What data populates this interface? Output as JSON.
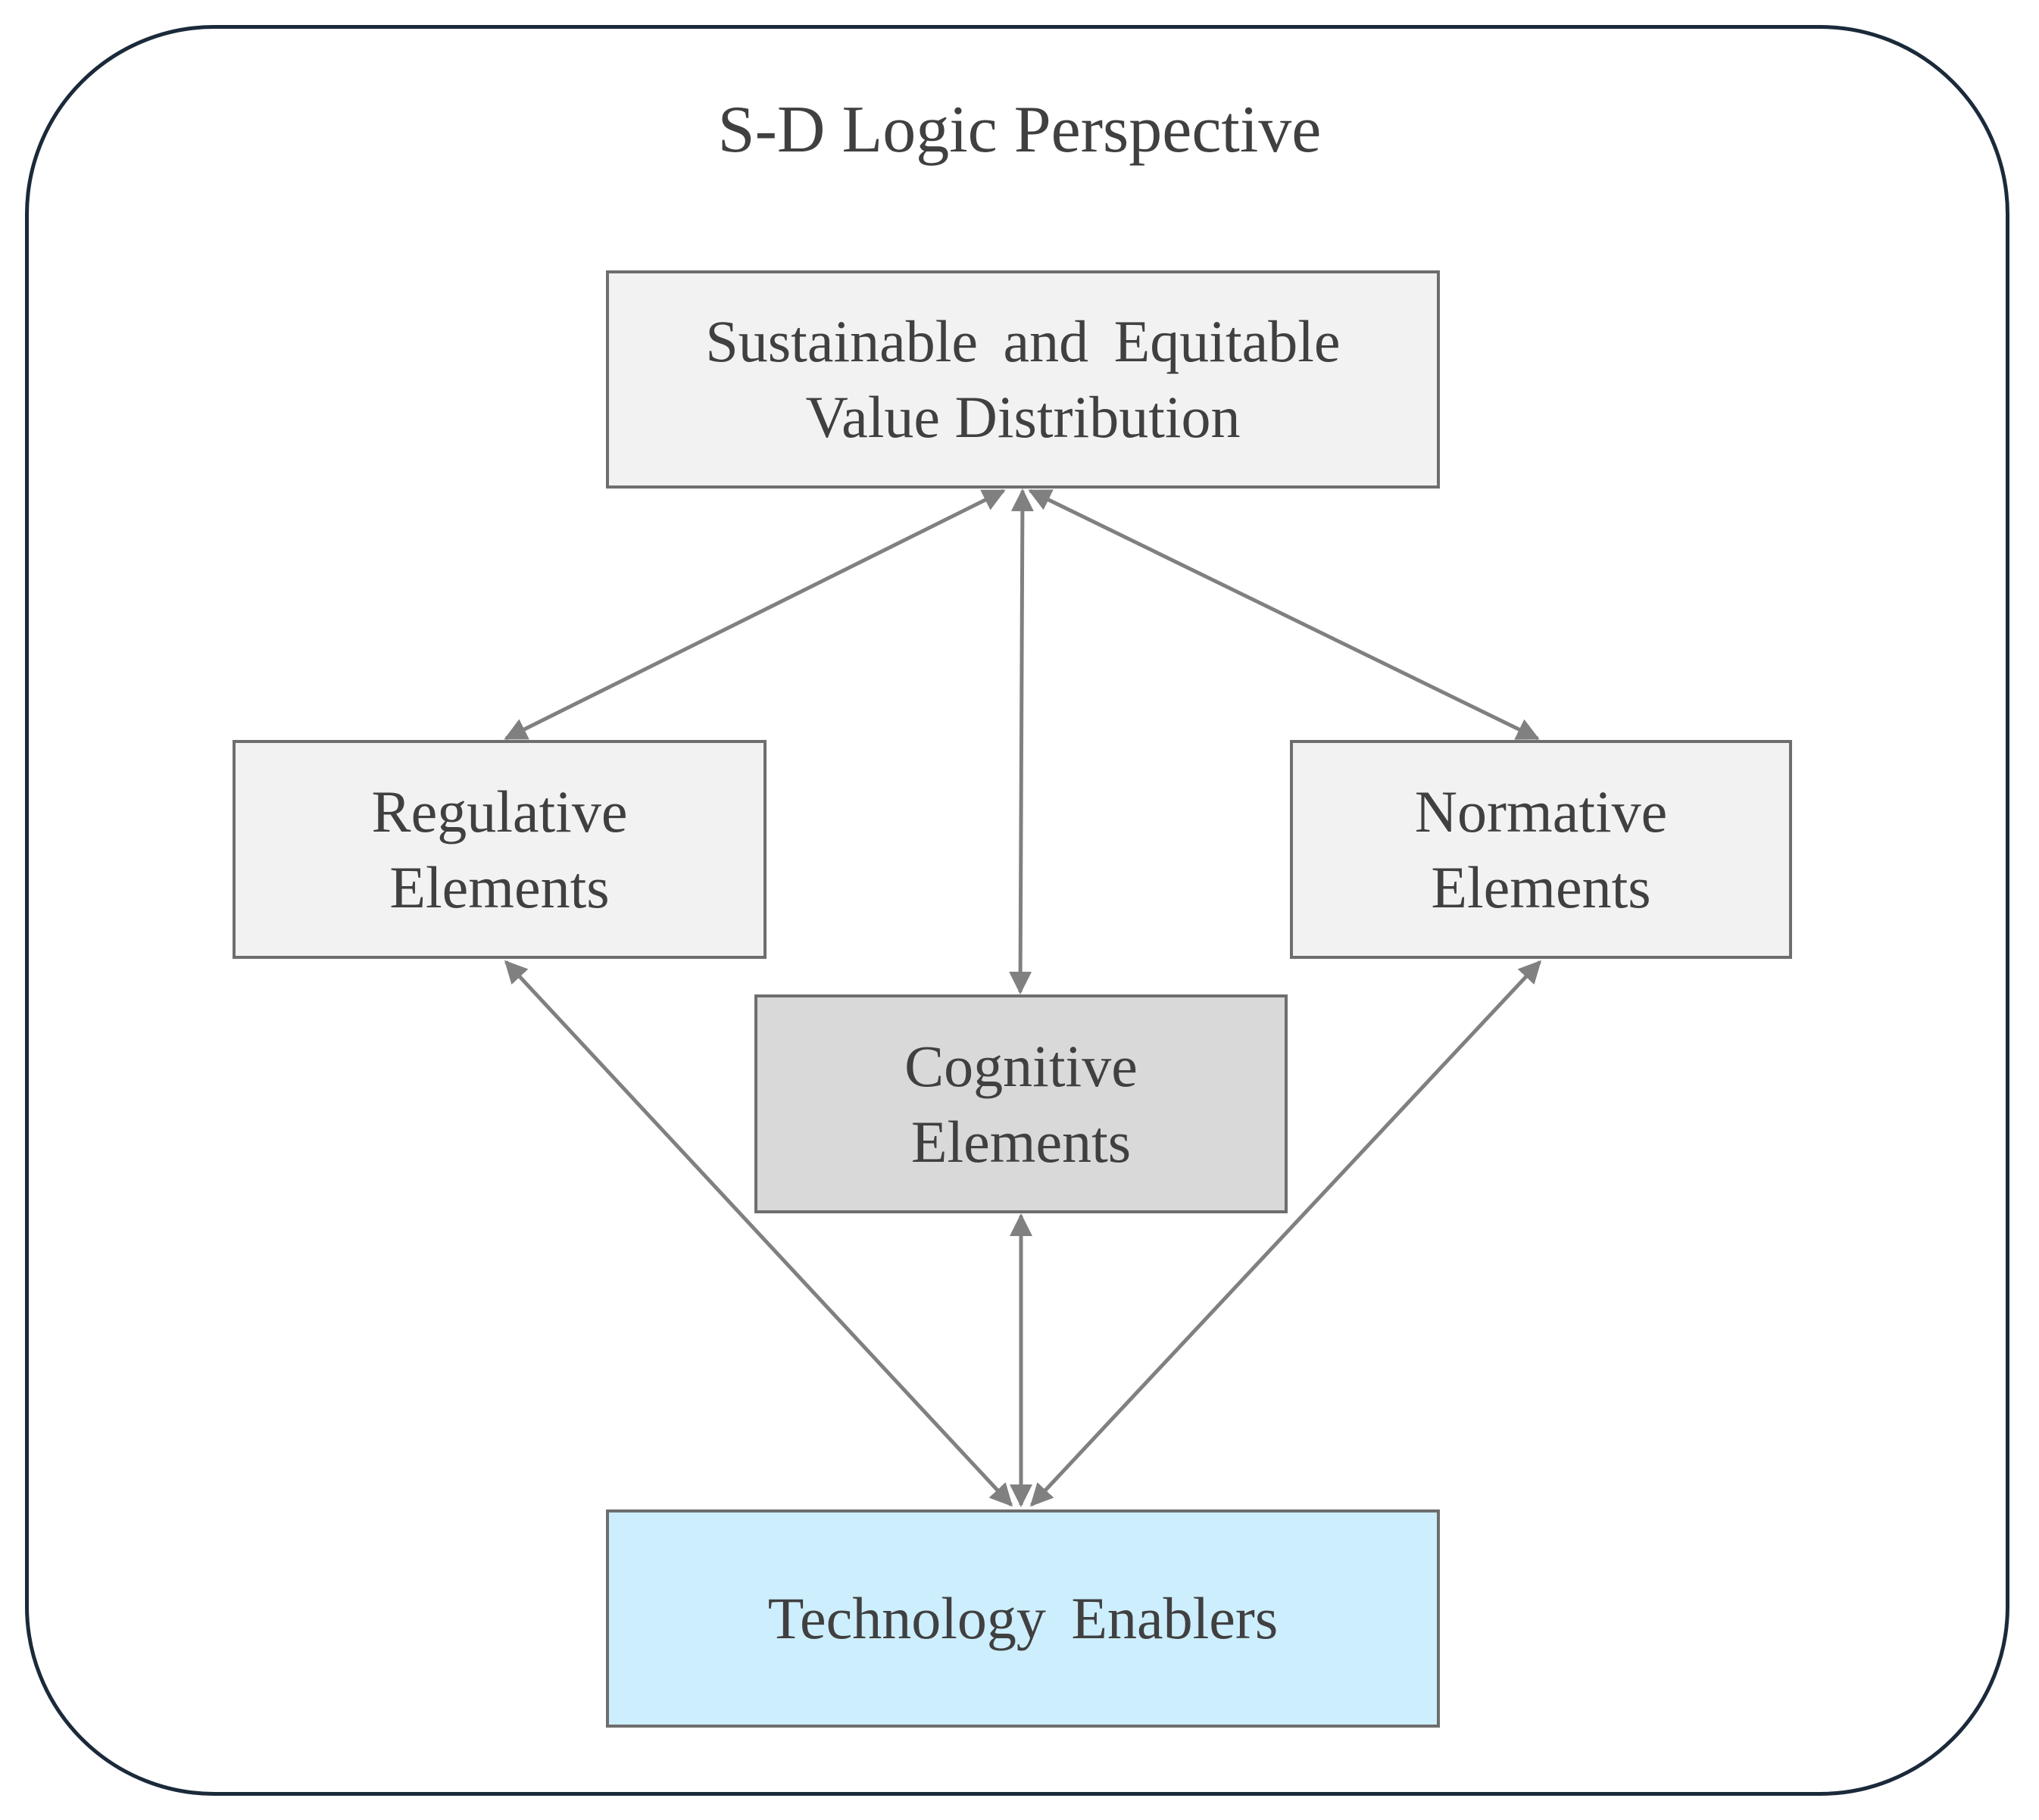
{
  "diagram": {
    "title": "S-D Logic Perspective",
    "nodes": {
      "value_distribution": {
        "line1": "Sustainable and Equitable",
        "line2": "Value Distribution"
      },
      "regulative": {
        "line1": "Regulative",
        "line2": "Elements"
      },
      "normative": {
        "line1": "Normative",
        "line2": "Elements"
      },
      "cognitive": {
        "line1": "Cognitive",
        "line2": "Elements"
      },
      "technology": {
        "label": "Technology Enablers"
      }
    },
    "colors": {
      "frame_border": "#1b2a3a",
      "box_border": "#6e6e6e",
      "light_fill": "#f2f2f2",
      "cognitive_fill": "#d9d9d9",
      "technology_fill": "#cdeefc",
      "arrow": "#808080",
      "text": "#404040"
    },
    "edges": [
      {
        "from": "value_distribution",
        "to": "regulative",
        "direction": "both"
      },
      {
        "from": "value_distribution",
        "to": "cognitive",
        "direction": "both"
      },
      {
        "from": "value_distribution",
        "to": "normative",
        "direction": "both"
      },
      {
        "from": "technology",
        "to": "regulative",
        "direction": "both"
      },
      {
        "from": "technology",
        "to": "cognitive",
        "direction": "both"
      },
      {
        "from": "technology",
        "to": "normative",
        "direction": "both"
      }
    ]
  }
}
